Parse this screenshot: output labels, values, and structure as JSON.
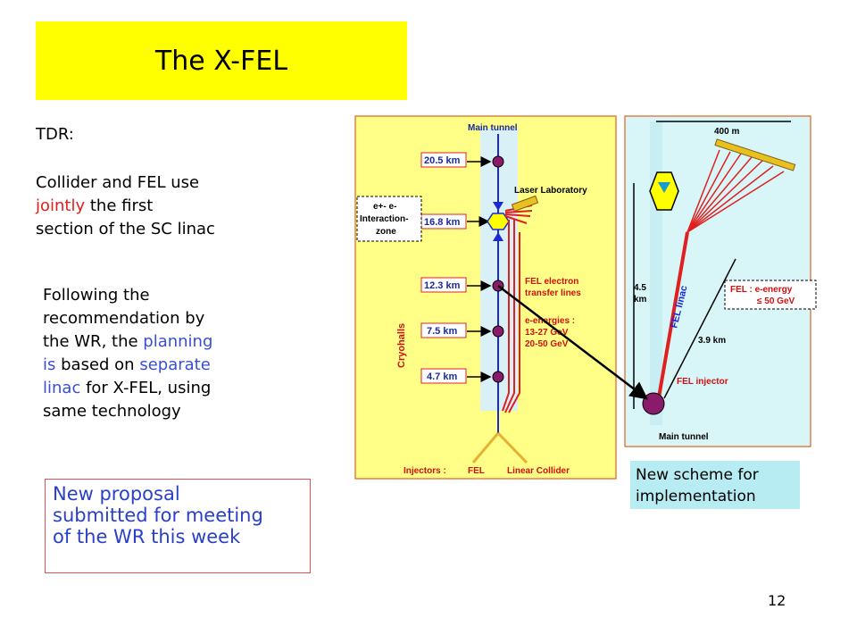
{
  "title": "The X-FEL",
  "left_text": {
    "tdr": "TDR:",
    "line1": "Collider and FEL use",
    "jointly": "jointly",
    "line2_rest": " the first",
    "line3": "section of the SC linac"
  },
  "following": {
    "l1": "Following the",
    "l2": "recommendation by",
    "l3a": "the WR, the ",
    "l3b": "planning",
    "l4a": "is",
    "l4b": " based on ",
    "l4c": "separate",
    "l5a": "linac",
    "l5b": " for X-FEL, using",
    "l6": "same technology"
  },
  "proposal": {
    "l1": "New proposal",
    "l2": "submitted for meeting",
    "l3": "of the WR this week"
  },
  "page_number": "12",
  "diagram_left": {
    "main_tunnel": "Main tunnel",
    "distances": [
      "20.5 km",
      "16.8 km",
      "12.3 km",
      "7.5 km",
      "4.7 km"
    ],
    "ee_label": [
      "e+- e-",
      "Interaction-",
      "zone"
    ],
    "laser_lab": "Laser Laboratory",
    "fel_transfer": [
      "FEL electron",
      "transfer lines"
    ],
    "energies": [
      "e-energies :",
      "13-27 GeV",
      "20-50 GeV"
    ],
    "cryohalls": "Cryohalls",
    "injectors": "Injectors :",
    "fel": "FEL",
    "linear_collider": "Linear Collider"
  },
  "diagram_right": {
    "width_label": "400 m",
    "length_label": [
      "4.5",
      "km"
    ],
    "fel_linac": "FEL linac",
    "distance": "3.9 km",
    "fel_injector": "FEL injector",
    "main_tunnel": "Main tunnel",
    "energy_box": [
      "FEL : e-energy",
      "≤ 50 GeV"
    ]
  },
  "caption": [
    "New scheme for",
    "implementation"
  ],
  "colors": {
    "title_bg": "#ffff00",
    "left_panel_bg": "#ffff88",
    "right_panel_bg": "#d8f6f8",
    "text_blue": "#3a4fd0",
    "text_red": "#e0201c",
    "label_red": "#d01010"
  }
}
